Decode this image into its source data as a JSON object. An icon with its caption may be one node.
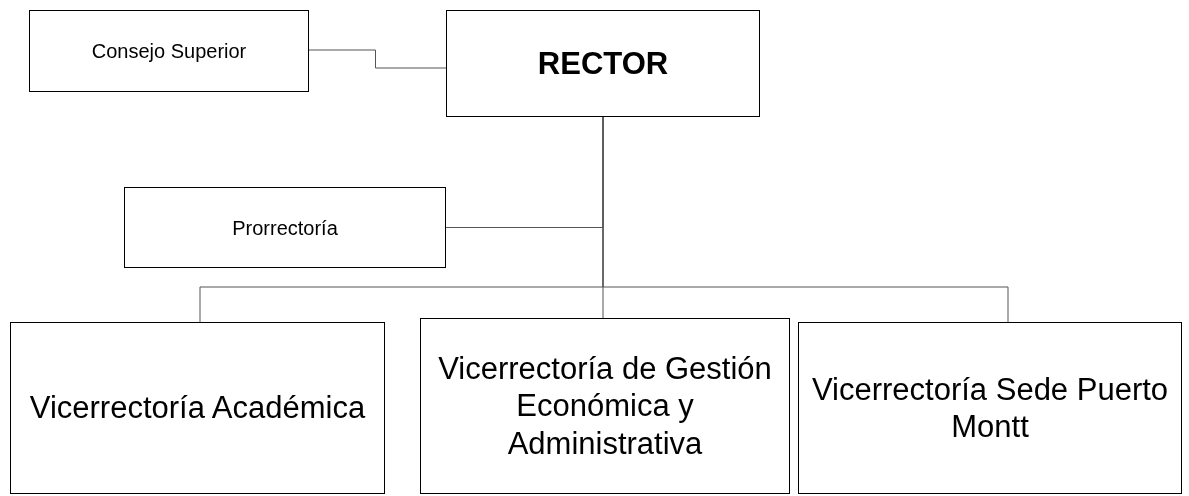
{
  "diagram": {
    "nodes": [
      {
        "text": [
          "Consejo Superior"
        ]
      },
      {
        "text": [
          "RECTOR"
        ]
      },
      {
        "text": [
          "Prorrectoría"
        ]
      },
      {
        "text": [
          "Vicerrectoría Académica"
        ]
      },
      {
        "text": [
          "Vicerrectoría de Gestión Económica y Administrativa"
        ]
      },
      {
        "text": [
          "Vicerrectoría Sede Puerto Montt"
        ]
      }
    ],
    "edges": [
      {
        "from": 0,
        "to": 1,
        "arrow": "none"
      },
      {
        "from": 1,
        "to": 2,
        "arrow": "none"
      },
      {
        "from": 1,
        "to": 3,
        "arrow": "none"
      },
      {
        "from": 1,
        "to": 4,
        "arrow": "none"
      },
      {
        "from": 1,
        "to": 5,
        "arrow": "none"
      }
    ]
  }
}
